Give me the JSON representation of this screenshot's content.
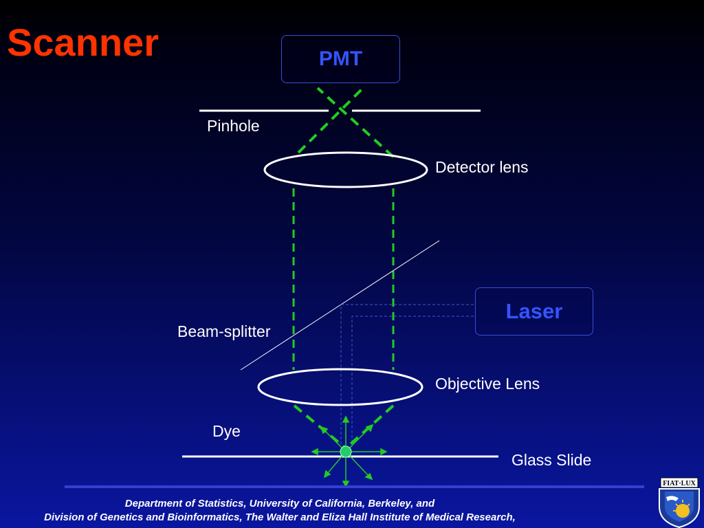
{
  "slide": {
    "title": "Scanner",
    "pmt_label": "PMT",
    "laser_label": "Laser",
    "labels": {
      "pinhole": "Pinhole",
      "detector_lens": "Detector lens",
      "beam_splitter": "Beam-splitter",
      "objective_lens": "Objective Lens",
      "dye": "Dye",
      "glass_slide": "Glass Slide"
    },
    "footer_line1": "Department of Statistics, University of California, Berkeley,  and",
    "footer_line2": "Division of Genetics and Bioinformatics, The Walter and Eliza Hall Institute of Medical Research,",
    "logo_text": "FIAT·LUX",
    "colors": {
      "title": "#ff3300",
      "box_text": "#3355ff",
      "emission": "#22cc22",
      "laser_path": "#4455cc"
    }
  }
}
